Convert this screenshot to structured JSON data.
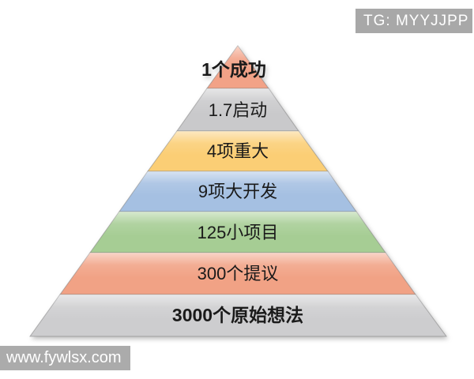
{
  "badge": {
    "text": "TG: MYYJJPP"
  },
  "watermark": {
    "text": "www.fywlsx.com"
  },
  "diagram": {
    "type": "pyramid",
    "description": "Innovation funnel pyramid, 7 levels from many raw ideas at the bottom to one success at the top",
    "layers": [
      {
        "label": "1个成功",
        "value": 1,
        "color": "#F2A287",
        "text_color": "#CC2B2B"
      },
      {
        "label": "1.7启动",
        "value": 1.7,
        "color": "#C9C9CB",
        "text_color": "#1a1a1a"
      },
      {
        "label": "4项重大",
        "value": 4,
        "color": "#FBCE75",
        "text_color": "#1a1a1a"
      },
      {
        "label": "9项大开发",
        "value": 9,
        "color": "#A5C0E2",
        "text_color": "#1a1a1a"
      },
      {
        "label": "125小项目",
        "value": 125,
        "color": "#A6CD94",
        "text_color": "#1a1a1a"
      },
      {
        "label": "300个提议",
        "value": 300,
        "color": "#F1A285",
        "text_color": "#1a1a1a"
      },
      {
        "label": "3000个原始想法",
        "value": 3000,
        "color": "#CDCDCF",
        "text_color": "#1a1a1a"
      }
    ]
  }
}
